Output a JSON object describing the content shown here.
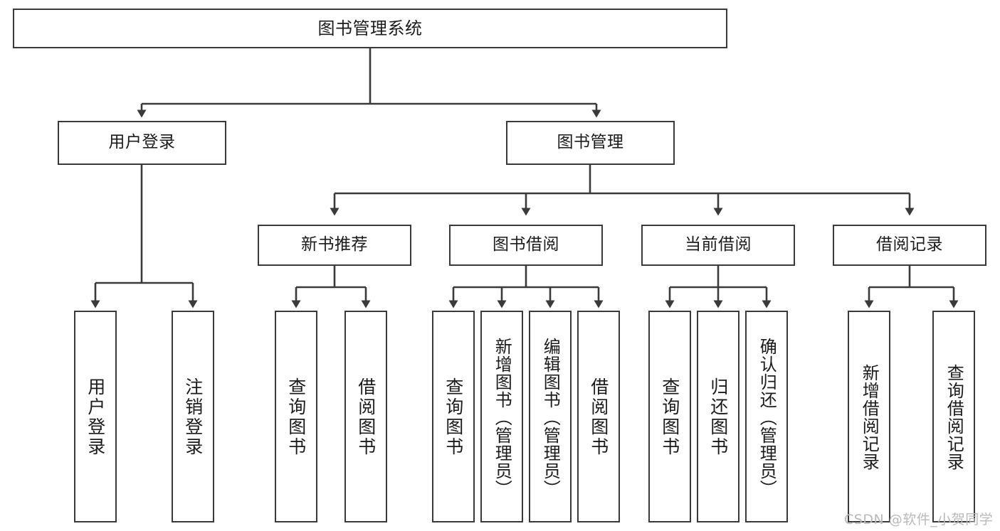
{
  "diagram": {
    "title": "图书管理系统",
    "type": "hierarchy-tree",
    "background_color": "#ffffff",
    "node_border_color": "#3a3a3a",
    "connector_color": "#3a3a3a",
    "levels": {
      "root": [
        "图书管理系统"
      ],
      "level2": [
        "用户登录",
        "图书管理"
      ],
      "level3": [
        "新书推荐",
        "图书借阅",
        "当前借阅",
        "借阅记录"
      ],
      "leaves": [
        "用户登录",
        "注销登录",
        "查询图书",
        "借阅图书",
        "查询图书",
        "新增图书（管理员）",
        "编辑图书（管理员）",
        "借阅图书",
        "查询图书",
        "归还图书",
        "确认归还（管理员）",
        "新增借阅记录",
        "查询借阅记录"
      ]
    },
    "nodes": {
      "root": {
        "label": "图书管理系统"
      },
      "user_login": {
        "label": "用户登录"
      },
      "book_manage": {
        "label": "图书管理"
      },
      "new_book_rec": {
        "label": "新书推荐"
      },
      "book_borrow": {
        "label": "图书借阅"
      },
      "current_borrow": {
        "label": "当前借阅"
      },
      "borrow_record": {
        "label": "借阅记录"
      },
      "leaf_user_login": {
        "label": "用户登录"
      },
      "leaf_logout": {
        "label": "注销登录"
      },
      "leaf_query_book_1": {
        "label": "查询图书"
      },
      "leaf_borrow_book_1": {
        "label": "借阅图书"
      },
      "leaf_query_book_2": {
        "label": "查询图书"
      },
      "leaf_add_book": {
        "label": "新增图书（管理员）"
      },
      "leaf_edit_book": {
        "label": "编辑图书（管理员）"
      },
      "leaf_borrow_book_2": {
        "label": "借阅图书"
      },
      "leaf_query_book_3": {
        "label": "查询图书"
      },
      "leaf_return_book": {
        "label": "归还图书"
      },
      "leaf_confirm_return": {
        "label": "确认归还（管理员）"
      },
      "leaf_add_record": {
        "label": "新增借阅记录"
      },
      "leaf_query_record": {
        "label": "查询借阅记录"
      }
    }
  },
  "watermark": {
    "text": "CSDN @软件_小贺同学"
  }
}
